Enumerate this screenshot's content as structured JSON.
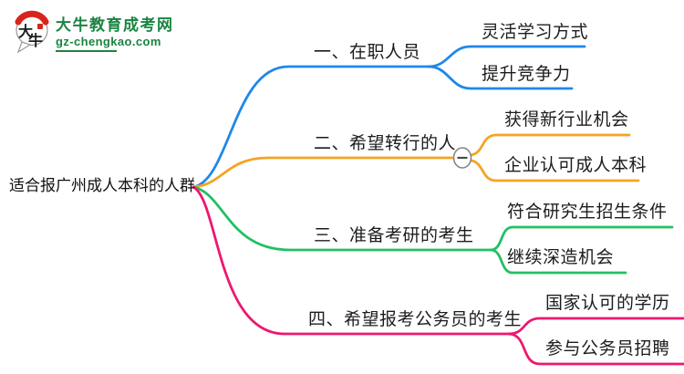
{
  "logo": {
    "title": "大牛教育成考网",
    "domain": "gz-chengkao.com",
    "icon_char_1": "大",
    "icon_char_2": "牛",
    "green": "#1b8442",
    "red": "#d8251c"
  },
  "root": {
    "label": "适合报广州成人本科的人群"
  },
  "collapse_toggle": {
    "state": "expanded",
    "glyph": "−"
  },
  "branches": [
    {
      "label": "一、在职人员",
      "color": "#1f87ea",
      "children": [
        "灵活学习方式",
        "提升竞争力"
      ]
    },
    {
      "label": "二、希望转行的人",
      "color": "#f5a41f",
      "children": [
        "获得新行业机会",
        "企业认可成人本科"
      ]
    },
    {
      "label": "三、准备考研的考生",
      "color": "#21c063",
      "children": [
        "符合研究生招生条件",
        "继续深造机会"
      ]
    },
    {
      "label": "四、希望报考公务员的考生",
      "color": "#ee1770",
      "children": [
        "国家认可的学历",
        "参与公务员招聘"
      ]
    }
  ]
}
